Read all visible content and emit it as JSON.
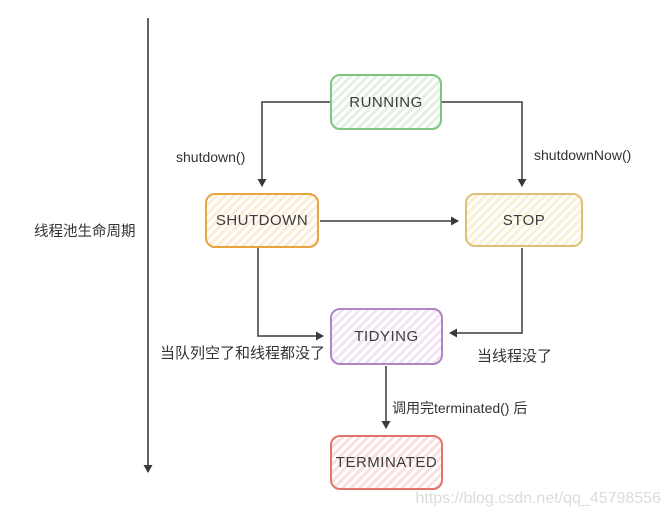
{
  "diagram": {
    "title_axis_label": "线程池生命周期",
    "nodes": {
      "running": {
        "label": "RUNNING",
        "border_color": "#7dc582",
        "fill_tint": "#e4f2e4"
      },
      "shutdown": {
        "label": "SHUTDOWN",
        "border_color": "#e9a43e",
        "fill_tint": "#fcecd9"
      },
      "stop": {
        "label": "STOP",
        "border_color": "#e0c077",
        "fill_tint": "#faf2d8"
      },
      "tidying": {
        "label": "TIDYING",
        "border_color": "#b184c3",
        "fill_tint": "#f0e6f6"
      },
      "terminated": {
        "label": "TERMINATED",
        "border_color": "#e2746b",
        "fill_tint": "#fae2e0"
      }
    },
    "edge_labels": {
      "shutdown_call": "shutdown()",
      "shutdown_now_call": "shutdownNow()",
      "queue_empty": "当队列空了和线程都没了",
      "threads_gone": "当线程没了",
      "terminated_call": "调用完terminated() 后"
    },
    "transitions": [
      {
        "from": "RUNNING",
        "to": "SHUTDOWN",
        "label": "shutdown()"
      },
      {
        "from": "RUNNING",
        "to": "STOP",
        "label": "shutdownNow()"
      },
      {
        "from": "SHUTDOWN",
        "to": "STOP",
        "label": ""
      },
      {
        "from": "SHUTDOWN",
        "to": "TIDYING",
        "label": "当队列空了和线程都没了"
      },
      {
        "from": "STOP",
        "to": "TIDYING",
        "label": "当线程没了"
      },
      {
        "from": "TIDYING",
        "to": "TERMINATED",
        "label": "调用完terminated() 后"
      }
    ],
    "line_color": "#3a3a3a"
  },
  "watermark": "https://blog.csdn.net/qq_45798556"
}
